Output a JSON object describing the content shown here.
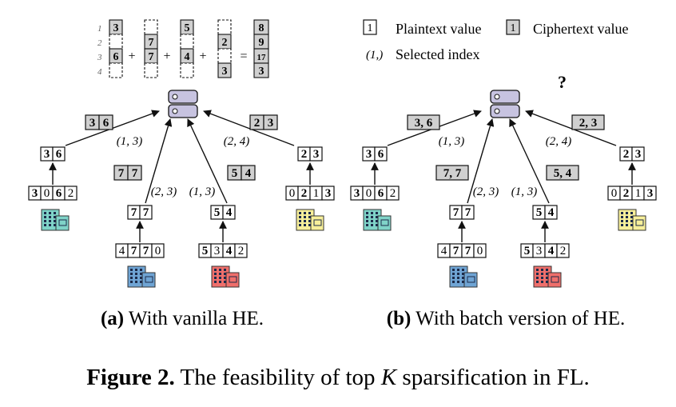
{
  "legend": {
    "plain_label": "Plaintext value",
    "plain_sample": "1",
    "cipher_label": "Ciphertext value",
    "cipher_sample": "1",
    "index_sample": "(1,)",
    "index_label": "Selected index"
  },
  "question_mark": "?",
  "colors": {
    "server_fill": "#c7c3e0",
    "cipher_fill": "#d0d0d0",
    "teal_building": "#7fd3c8",
    "blue_building": "#6fa4d4",
    "red_building": "#ef6f6b",
    "yellow_building": "#f7ef9a"
  },
  "sum_equation": {
    "row_numbers": [
      "1",
      "2",
      "3",
      "4"
    ],
    "columns": [
      [
        "3",
        "",
        "6",
        ""
      ],
      [
        "",
        "7",
        "7",
        ""
      ],
      [
        "5",
        "",
        "4",
        ""
      ],
      [
        "",
        "2",
        "",
        "3"
      ]
    ],
    "result": [
      "8",
      "9",
      "17",
      "3"
    ],
    "plus": "+",
    "equals": "="
  },
  "panel_a": {
    "clients": [
      {
        "vector": [
          "3",
          "0",
          "6",
          "2"
        ],
        "bold": [
          true,
          false,
          true,
          false
        ],
        "selected": [
          "3",
          "6"
        ],
        "index": "(1, 3)",
        "cipher": [
          "3",
          "6"
        ]
      },
      {
        "vector": [
          "4",
          "7",
          "7",
          "0"
        ],
        "bold": [
          false,
          true,
          true,
          false
        ],
        "selected": [
          "7",
          "7"
        ],
        "index": "(2, 3)",
        "cipher": [
          "7",
          "7"
        ]
      },
      {
        "vector": [
          "5",
          "3",
          "4",
          "2"
        ],
        "bold": [
          true,
          false,
          true,
          false
        ],
        "selected": [
          "5",
          "4"
        ],
        "index": "(1, 3)",
        "cipher": [
          "5",
          "4"
        ]
      },
      {
        "vector": [
          "0",
          "2",
          "1",
          "3"
        ],
        "bold": [
          false,
          true,
          false,
          true
        ],
        "selected": [
          "2",
          "3"
        ],
        "index": "(2, 4)",
        "cipher": [
          "2",
          "3"
        ]
      }
    ],
    "caption_bold": "(a)",
    "caption_text": " With vanilla HE."
  },
  "panel_b": {
    "clients": [
      {
        "vector": [
          "3",
          "0",
          "6",
          "2"
        ],
        "bold": [
          true,
          false,
          true,
          false
        ],
        "selected": [
          "3",
          "6"
        ],
        "index": "(1, 3)",
        "cipher": "3, 6"
      },
      {
        "vector": [
          "4",
          "7",
          "7",
          "0"
        ],
        "bold": [
          false,
          true,
          true,
          false
        ],
        "selected": [
          "7",
          "7"
        ],
        "index": "(2, 3)",
        "cipher": "7, 7"
      },
      {
        "vector": [
          "5",
          "3",
          "4",
          "2"
        ],
        "bold": [
          true,
          false,
          true,
          false
        ],
        "selected": [
          "5",
          "4"
        ],
        "index": "(1, 3)",
        "cipher": "5, 4"
      },
      {
        "vector": [
          "0",
          "2",
          "1",
          "3"
        ],
        "bold": [
          false,
          true,
          false,
          true
        ],
        "selected": [
          "2",
          "3"
        ],
        "index": "(2, 4)",
        "cipher": "2, 3"
      }
    ],
    "caption_bold": "(b)",
    "caption_text": " With batch version of HE."
  },
  "figure_caption": {
    "label": "Figure 2.",
    "text_before": " The feasibility of top ",
    "italic": "K",
    "text_after": " sparsification in FL."
  }
}
